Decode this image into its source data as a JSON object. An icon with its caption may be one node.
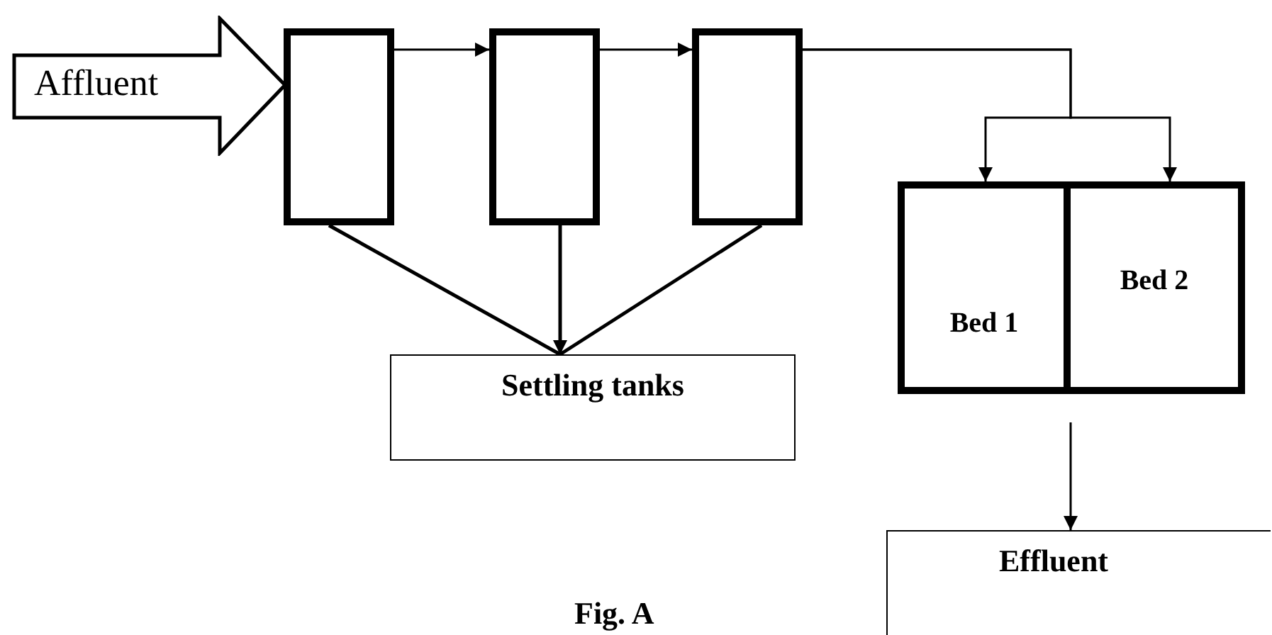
{
  "diagram": {
    "caption": "Fig. A",
    "nodes": [
      {
        "text": [
          "Affluent"
        ]
      },
      {
        "text": [],
        "shape": "box"
      },
      {
        "text": [],
        "shape": "box"
      },
      {
        "text": [],
        "shape": "box"
      },
      {
        "text": [
          "Bed 1"
        ]
      },
      {
        "text": [
          "Bed 2"
        ]
      },
      {
        "text": [
          "Settling tanks"
        ]
      },
      {
        "text": [
          "Effluent"
        ]
      }
    ],
    "edges": [
      {
        "from": 1,
        "to": 2,
        "arrow": "to"
      },
      {
        "from": 2,
        "to": 3,
        "arrow": "to"
      },
      {
        "from": 3,
        "to": 4,
        "arrow": "to"
      },
      {
        "from": 3,
        "to": 5,
        "arrow": "to"
      },
      {
        "from": 1,
        "to": 6,
        "arrow": "none"
      },
      {
        "from": 2,
        "to": 6,
        "arrow": "to"
      },
      {
        "from": 3,
        "to": 6,
        "arrow": "none"
      },
      {
        "from": null,
        "to": 7,
        "arrow": "to"
      }
    ]
  }
}
